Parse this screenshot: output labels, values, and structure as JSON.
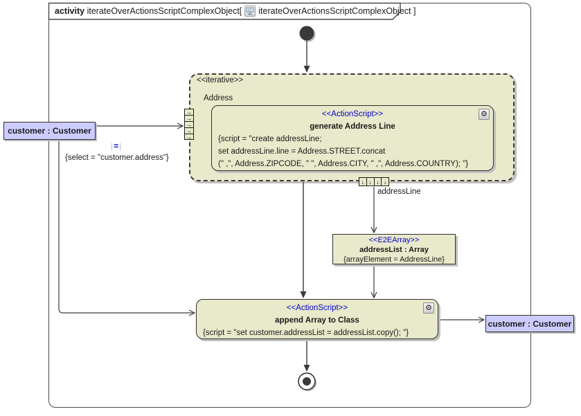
{
  "frame": {
    "keyword": "activity",
    "name_before_icon": "iterateOverActionsScriptComplexObject[",
    "name_after_icon": "iterateOverActionsScriptComplexObject ]"
  },
  "region": {
    "stereotype": "<<iterative>>",
    "input_element_label": "Address"
  },
  "action_generate": {
    "stereotype": "<<ActionScript>>",
    "name": "generate Address Line",
    "script_lines": [
      "{script = \"create addressLine;",
      "set addressLine.line = Address.STREET.concat",
      "(\" ,\", Address.ZIPCODE, \" \", Address.CITY, \" ,\", Address.COUNTRY); \"}"
    ]
  },
  "action_append": {
    "stereotype": "<<ActionScript>>",
    "name": "append Array to Class",
    "script": "{script = \"set customer.addressList = addressList.copy(); \"}"
  },
  "array_node": {
    "stereotype": "<<E2EArray>>",
    "name": "addressList : Array",
    "constraint": "{arrayElement = AddressLine}"
  },
  "customer_left": {
    "label": "customer : Customer"
  },
  "customer_right": {
    "label": "customer : Customer"
  },
  "edge_labels": {
    "address_line": "addressLine",
    "select_constraint": "{select = \"customer.address\"}"
  },
  "icons": {
    "gear": "⚙",
    "equals": "=",
    "bar": "|",
    "right_arrow": "→",
    "down_arrow": "↓"
  },
  "colors": {
    "node_fill": "#e9e9cb",
    "object_node_fill": "#ccccff",
    "stereotype_text": "#0000c8",
    "edge": "#3a3a3a"
  }
}
